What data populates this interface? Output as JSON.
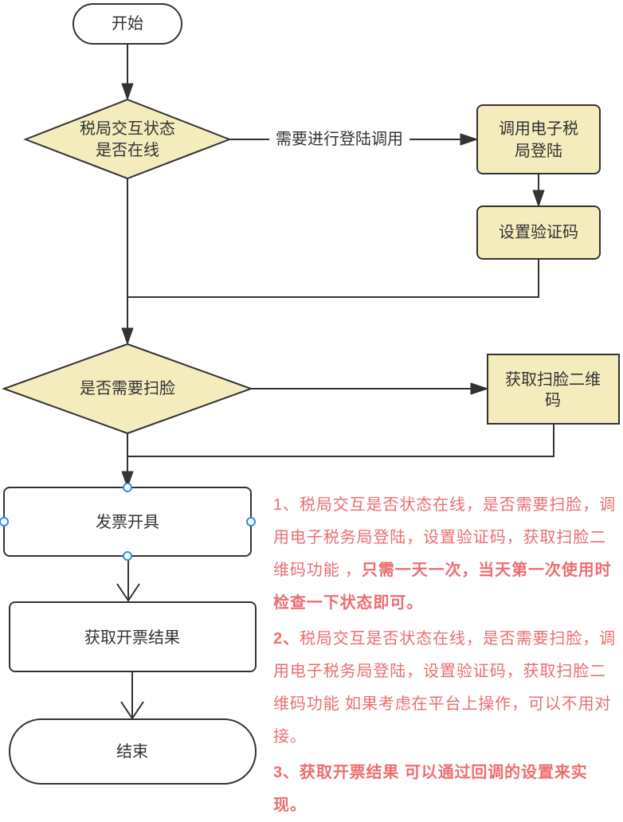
{
  "diagram": {
    "type": "flowchart",
    "selected_node": "issue_invoice",
    "nodes": {
      "start": {
        "shape": "terminator",
        "label": "开始"
      },
      "online_check": {
        "shape": "decision",
        "label_lines": [
          "税局交互状态",
          "是否在线"
        ]
      },
      "login": {
        "shape": "process",
        "label_lines": [
          "调用电子税",
          "局登陆"
        ]
      },
      "captcha": {
        "shape": "process",
        "label": "设置验证码"
      },
      "face_check": {
        "shape": "decision",
        "label": "是否需要扫脸"
      },
      "qr_code": {
        "shape": "process",
        "label_lines": [
          "获取扫脸二维",
          "码"
        ]
      },
      "issue_invoice": {
        "shape": "process",
        "label": "发票开具"
      },
      "get_result": {
        "shape": "process",
        "label": "获取开票结果"
      },
      "end": {
        "shape": "terminator",
        "label": "结束"
      }
    },
    "edges": [
      {
        "from": "start",
        "to": "online_check",
        "arrow": "filled"
      },
      {
        "from": "online_check",
        "to": "login",
        "arrow": "filled",
        "label": "需要进行登陆调用"
      },
      {
        "from": "login",
        "to": "captcha",
        "arrow": "filled"
      },
      {
        "from": "captcha",
        "to": "face_check",
        "arrow": "filled",
        "via": "merge"
      },
      {
        "from": "online_check",
        "to": "face_check",
        "arrow": "filled"
      },
      {
        "from": "face_check",
        "to": "qr_code",
        "arrow": "filled"
      },
      {
        "from": "qr_code",
        "to": "issue_invoice",
        "arrow": "filled",
        "via": "merge"
      },
      {
        "from": "face_check",
        "to": "issue_invoice",
        "arrow": "filled"
      },
      {
        "from": "issue_invoice",
        "to": "get_result",
        "arrow": "open"
      },
      {
        "from": "get_result",
        "to": "end",
        "arrow": "open"
      }
    ]
  },
  "colors": {
    "shape_fill_highlight": "#F5ECBD",
    "shape_stroke": "#333333",
    "note_text": "#EC6E70",
    "selection_handle": "#2D8CF0"
  },
  "notes": {
    "paragraphs": [
      {
        "lines": [
          [
            {
              "text": "1、税局交互是否状态在线，是否需要扫脸，调",
              "bold": false
            }
          ],
          [
            {
              "text": "用电子税务局登陆，设置验证码，获取扫脸二",
              "bold": false
            }
          ],
          [
            {
              "text": "维码功能 ，",
              "bold": false
            },
            {
              "text": "只需一天一次，当天第一次使用时",
              "bold": true
            }
          ],
          [
            {
              "text": "检查一下状态即可。",
              "bold": true
            }
          ]
        ]
      },
      {
        "lines": [
          [
            {
              "text": "2、",
              "bold": true
            },
            {
              "text": "税局交互是否状态在线，是否需要扫脸，调",
              "bold": false
            }
          ],
          [
            {
              "text": "用电子税务局登陆，设置验证码，获取扫脸二",
              "bold": false
            }
          ],
          [
            {
              "text": "维码功能 如果考虑在平台上操作，可以不用对",
              "bold": false
            }
          ],
          [
            {
              "text": "接。",
              "bold": false
            }
          ]
        ]
      },
      {
        "lines": [
          [
            {
              "text": "3、获取开票结果 可以通过回调的设置来实",
              "bold": true
            }
          ],
          [
            {
              "text": "现。",
              "bold": true
            }
          ]
        ]
      }
    ]
  }
}
